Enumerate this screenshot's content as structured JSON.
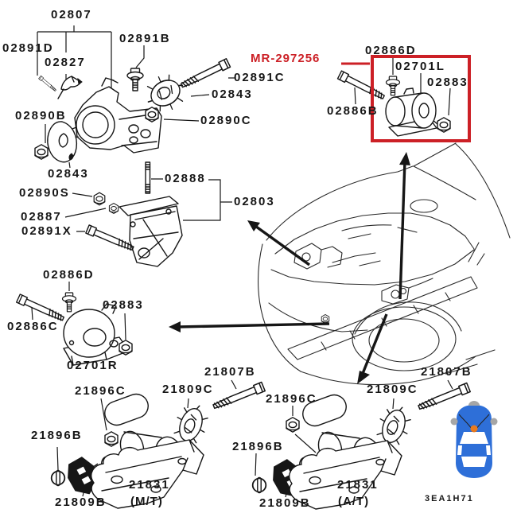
{
  "diagram": {
    "type": "parts-diagram",
    "highlighted_part_number": "MR-297256",
    "footer_code": "3EA1H71"
  },
  "colors": {
    "highlight": "#cc2026",
    "car_blue": "#2e6fd8",
    "car_accent_orange": "#e87a1e",
    "line": "#161616"
  },
  "labels": {
    "p02807": "02807",
    "p02891D": "02891D",
    "p02827": "02827",
    "p02891B": "02891B",
    "p02891C": "02891C",
    "p02843_a": "02843",
    "p02890C": "02890C",
    "p02890B": "02890B",
    "p02843_b": "02843",
    "p02890S": "02890S",
    "p02887": "02887",
    "p02888": "02888",
    "p02803": "02803",
    "p02891X": "02891X",
    "p02886D_a": "02886D",
    "p02883_a": "02883",
    "p02886C": "02886C",
    "p02701R": "02701R",
    "pMR": "MR-297256",
    "p02886D_b": "02886D",
    "p02701L": "02701L",
    "p02883_b": "02883",
    "p02886B": "02886B",
    "p21896C_mt": "21896C",
    "p21809C_mt": "21809C",
    "p21807B_mt": "21807B",
    "p21896B_mt": "21896B",
    "p21831_mt": "21831",
    "p_mt": "(M/T)",
    "p21809B_mt": "21809B",
    "p21896C_at": "21896C",
    "p21809C_at": "21809C",
    "p21807B_at": "21807B",
    "p21896B_at": "21896B",
    "p21831_at": "21831",
    "p_at": "(A/T)",
    "p21809B_at": "21809B",
    "p_code": "3EA1H71"
  }
}
